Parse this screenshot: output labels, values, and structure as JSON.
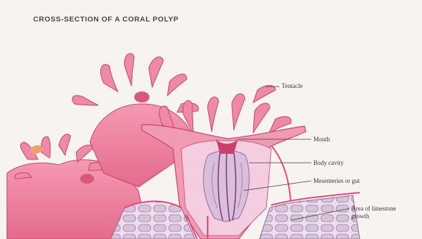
{
  "title": "CROSS-SECTION OF A CORAL POLYP",
  "labels": {
    "tentacle": "Tentacle",
    "mouth": "Mouth",
    "body_cavity": "Body cavity",
    "mesenteries": "Mesenteries or gut",
    "limestone_line1": "Area of limestone",
    "limestone_line2": "growth"
  },
  "colors": {
    "polyp_pink": "#ee7f9c",
    "polyp_dark": "#c9406a",
    "cavity": "#f3c9dc",
    "limestone": "#e9dcea",
    "mesentery": "#b08bb8"
  }
}
